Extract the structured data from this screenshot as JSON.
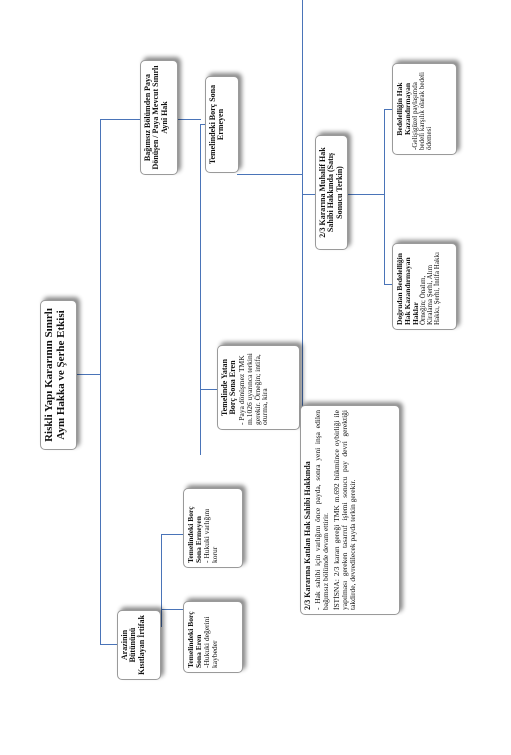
{
  "root": {
    "line1": "Riskli Yapı Kararının Sınırlı",
    "line2": "Aynı Hakka ve Şerhe Etkisi"
  },
  "left_branch": {
    "title": "Arazinin Bütününü Kısıtlayan İrtifak",
    "child_a": {
      "title": "Temelindeki Borç Sona Eren",
      "body": "-Hukuki değerini kaybeder"
    },
    "child_b": {
      "title": "Temelindeki Borç Sona Ermeyen",
      "body": "- Hukuki varlığını korur"
    }
  },
  "right_branch": {
    "title": "Bağımsız Bölümden Paya Dönüşen / Paya Mevcut Sınırlı Aynî Hak",
    "sona_eren": {
      "title": "Temelinde Yatan Borç Sona Eren",
      "body": "- Paya dönüşmez TMK m.1026 uyarınca terkini gerekir. Örneğin; intifa, oturma, kira"
    },
    "sona_ermeyen": {
      "title": "Temelindeki Borç Sona Ermeyen"
    },
    "katilan": {
      "title": "2/3 Kararına Katılan Hak Sahibi Hakkında",
      "body1": "- Hak sahibi için varlığını önce payda, sonra yeni inşa edilen bağımsız bölümde devam ettirir.",
      "body2": "İSTİSNA: 2/3 kararı gereği TMK m.692 hükmünce oybirliği ile yapılması gereken tasarruf işlemi sonucu pay devri gerektiği takdirde, devredilecek payda terkin gerekir."
    },
    "muhalif": {
      "title": "2/3 Kararına Muhalif Hak Sahibi Hakkında (Satış Sonucu Terkin)"
    },
    "dolayli": {
      "title": "Doğrudan Bedelelliğin Hak Kazandırmayan Haklar",
      "body": "Örneğin; Önalım, Kiralama Şerhi, Alım Hakkı, Şerhi, İntifa Hakkı"
    },
    "bedelellik": {
      "title": "Bedelelliğin Hak Kazandırmayan",
      "body": "-Gelişigüzel paylaşımda bedeli karşılık olarak bedeli ödemesi"
    }
  }
}
